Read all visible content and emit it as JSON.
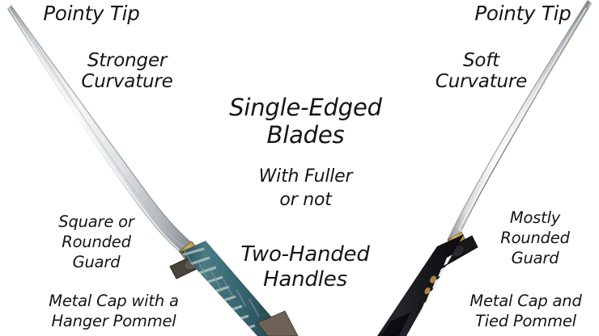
{
  "page": {
    "background_color": "#ffffff",
    "text_color": "#151515",
    "title": "Single-Edged Blades comparison diagram"
  },
  "center": {
    "title": "Single-Edged\nBlades",
    "fuller": "With Fuller\nor not",
    "handles": "Two-Handed\nHandles"
  },
  "left_sword": {
    "name": "curved single-edged sword with teal wrapped handle",
    "tip_label": "Pointy Tip",
    "curvature_label": "Stronger\nCurvature",
    "guard_label": "Square or\nRounded\nGuard",
    "pommel_label": "Metal Cap with a\nHanger Pommel",
    "colors": {
      "blade_light": "#f3f4f5",
      "blade_mid": "#c9ccce",
      "blade_shadow": "#9aa0a4",
      "habaki_brass": "#b08a4a",
      "guard_dark": "#4c4540",
      "handle_teal": "#3f6d77",
      "handle_dark": "#1f3a42",
      "wrap_light": "#b9c6c4",
      "pommel": "#6d6257"
    }
  },
  "right_sword": {
    "name": "katana with black and white wrapped handle and fuller",
    "tip_label": "Pointy Tip",
    "curvature_label": "Soft\nCurvature",
    "guard_label": "Mostly\nRounded\nGuard",
    "pommel_label": "Metal Cap and\nTied Pommel",
    "colors": {
      "blade_light": "#fafbfb",
      "blade_mid": "#cdd1d3",
      "blade_shadow": "#9ba1a5",
      "fuller_line": "#3a3f43",
      "habaki_brass": "#c0a255",
      "guard_dark": "#1a1a1c",
      "handle_black": "#121214",
      "wrap_white": "#f2f2ee",
      "menuki_gold": "#a9873f"
    }
  }
}
